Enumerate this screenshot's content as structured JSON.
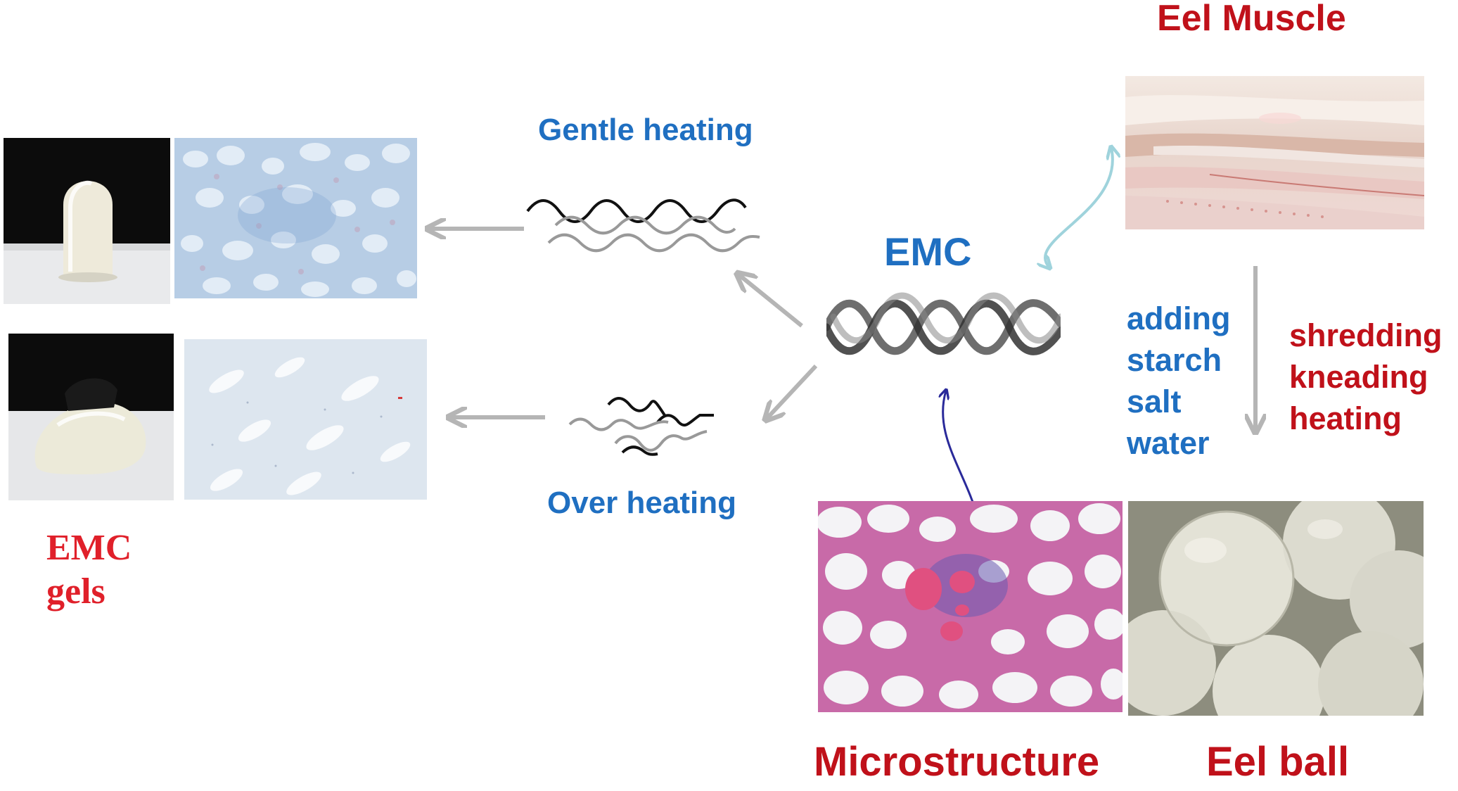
{
  "labels": {
    "eel_muscle": "Eel Muscle",
    "gentle_heating": "Gentle heating",
    "over_heating": "Over heating",
    "emc": "EMC",
    "emc_gels_line1": "EMC",
    "emc_gels_line2": "gels",
    "microstructure": "Microstructure",
    "eel_ball": "Eel ball"
  },
  "ingredients": [
    "adding",
    "starch",
    "salt",
    "water"
  ],
  "processes": [
    "shredding",
    "kneading",
    "heating"
  ],
  "colors": {
    "label_blue": "#1f6fc1",
    "label_red": "#c0111a",
    "gels_red": "#e0202a",
    "arrow_gray": "#b5b5b5",
    "arrow_light_blue": "#9fd3dc",
    "arrow_dark_blue": "#2a2a9a"
  }
}
